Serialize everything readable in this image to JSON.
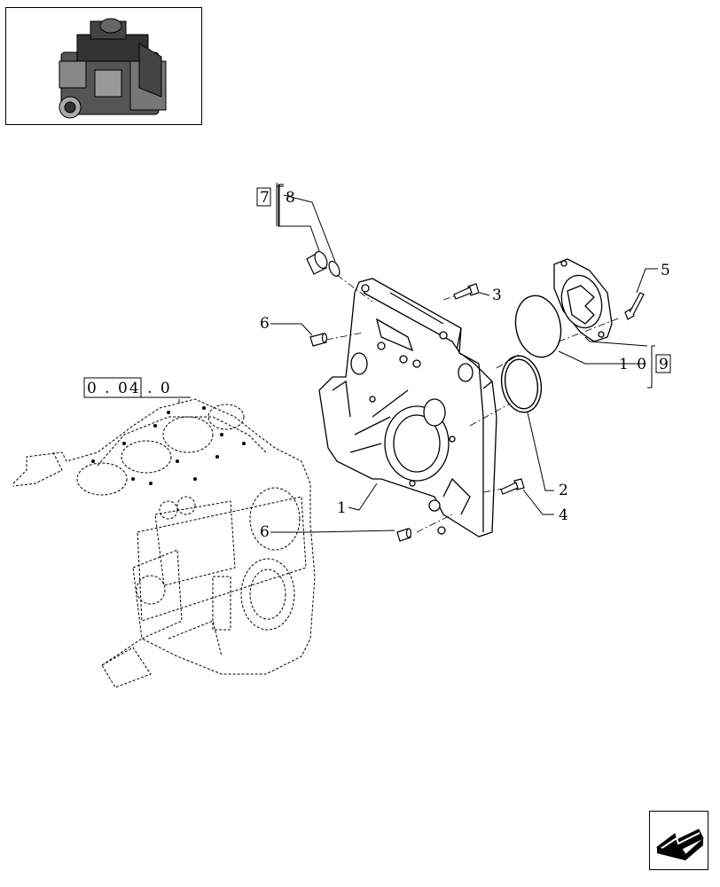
{
  "thumbnail": {
    "icon": "engine-thumbnail-icon"
  },
  "references": {
    "ref_group": "0 . 04 . 0",
    "box_left": "7",
    "box_right": "9"
  },
  "callouts": {
    "c1": "1",
    "c2": "2",
    "c3": "3",
    "c4": "4",
    "c5": "5",
    "c6a": "6",
    "c6b": "6",
    "c8": "8",
    "c10": "1 0"
  },
  "nav": {
    "icon": "next-page-arrow-icon"
  }
}
